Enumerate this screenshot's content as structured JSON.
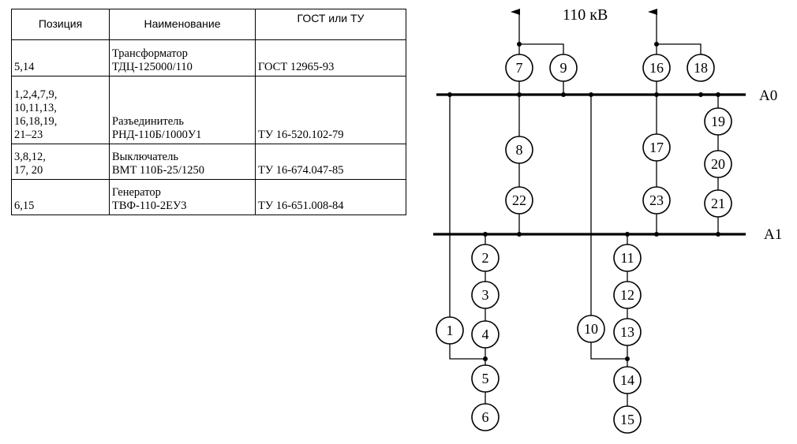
{
  "table": {
    "headers": [
      "Позиция",
      "Наименование",
      "ГОСТ или ТУ"
    ],
    "rows": [
      {
        "pos": [
          "5,14"
        ],
        "name": [
          "Трансформатор",
          "ТДЦ-125000/110"
        ],
        "gost": "ГОСТ 12965-93"
      },
      {
        "pos": [
          "1,2,4,7,9,",
          "10,11,13,",
          "16,18,19,",
          "21–23"
        ],
        "name": [
          "Разъединитель",
          "РНД-110Б/1000У1"
        ],
        "gost": "ТУ 16-520.102-79"
      },
      {
        "pos": [
          "3,8,12,",
          "17, 20"
        ],
        "name": [
          "Выключатель",
          "ВМТ 110Б-25/1250"
        ],
        "gost": "ТУ 16-674.047-85"
      },
      {
        "pos": [
          "6,15"
        ],
        "name": [
          "Генератор",
          "ТВФ-110-2ЕУ3"
        ],
        "gost": "ТУ 16-651.008-84"
      }
    ]
  },
  "diagram": {
    "voltage_label": "110 кВ",
    "bus_labels": {
      "a0": "A0",
      "a1": "A1"
    },
    "nodes": {
      "n1": "1",
      "n2": "2",
      "n3": "3",
      "n4": "4",
      "n5": "5",
      "n6": "6",
      "n7": "7",
      "n8": "8",
      "n9": "9",
      "n10": "10",
      "n11": "11",
      "n12": "12",
      "n13": "13",
      "n14": "14",
      "n15": "15",
      "n16": "16",
      "n17": "17",
      "n18": "18",
      "n19": "19",
      "n20": "20",
      "n21": "21",
      "n22": "22",
      "n23": "23"
    }
  }
}
